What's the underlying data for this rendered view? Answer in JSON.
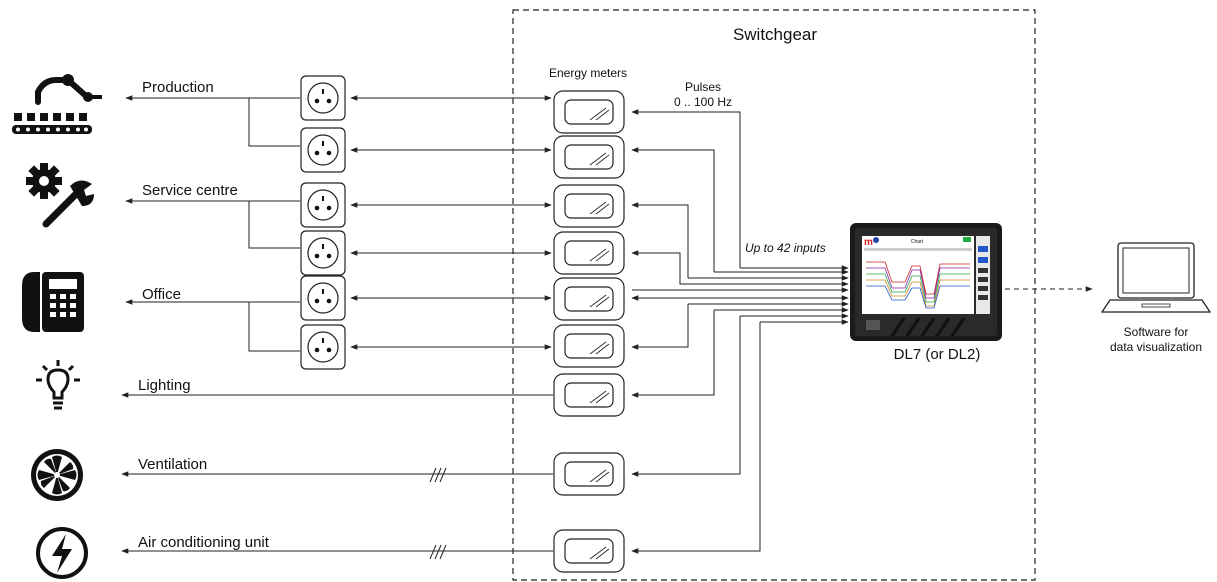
{
  "switchgear": {
    "title": "Switchgear"
  },
  "energy_meters_label": "Energy meters",
  "pulses": {
    "line1": "Pulses",
    "line2": "0 .. 100 Hz"
  },
  "inputs_label": "Up to 42 inputs",
  "device": {
    "label": "DL7 (or DL2)",
    "screen_title": "Chart",
    "screen_logo": "m"
  },
  "software": {
    "line1": "Software for",
    "line2": "data visualization"
  },
  "consumers": [
    {
      "label": "Production",
      "icon": "robot-arm-conveyor-icon"
    },
    {
      "label": "Service centre",
      "icon": "gear-wrench-icon"
    },
    {
      "label": "Office",
      "icon": "telephone-icon"
    },
    {
      "label": "Lighting",
      "icon": "light-bulb-icon"
    },
    {
      "label": "Ventilation",
      "icon": "fan-icon"
    },
    {
      "label": "Air conditioning unit",
      "icon": "lightning-icon"
    }
  ],
  "colors": {
    "line": "#222222",
    "screen_bg": "#ffffff",
    "device_body": "#1a1a1a",
    "logo": "#d32020",
    "user_icon": "#2244aa"
  }
}
